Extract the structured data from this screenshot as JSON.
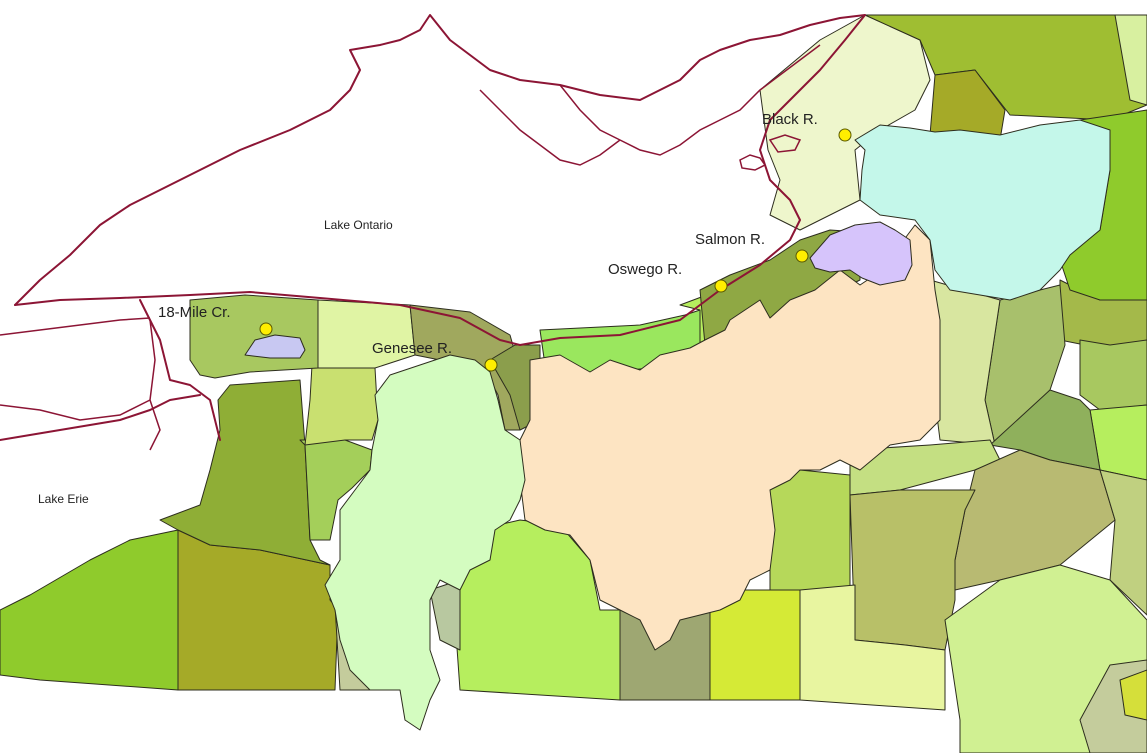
{
  "map": {
    "lakes": [
      {
        "id": "lake-ontario",
        "label": "Lake Ontario"
      },
      {
        "id": "lake-erie",
        "label": "Lake Erie"
      }
    ],
    "rivers": [
      {
        "id": "black-r",
        "label": "Black R."
      },
      {
        "id": "salmon-r",
        "label": "Salmon R."
      },
      {
        "id": "oswego-r",
        "label": "Oswego R."
      },
      {
        "id": "genesee-r",
        "label": "Genesee R."
      },
      {
        "id": "18-mile-cr",
        "label": "18-Mile Cr."
      }
    ],
    "colors": {
      "shoreline": "#8c1535",
      "river_mouth_marker": "#ffee00",
      "oswego_basin": "#fde4c2",
      "genesee_basin": "#d4fcc0",
      "black_basin": "#c4f7ea",
      "salmon_basin": "#d6c4fb",
      "eighteen_mile_basin": "#c8c8f2",
      "county_fills": [
        "#9fbe32",
        "#a5aa28",
        "#8fcb2c",
        "#a4b94a",
        "#c4df82",
        "#b6ee5e",
        "#d8f0a0",
        "#a8b878",
        "#bdc28e",
        "#e2f39a",
        "#d5df3a",
        "#9ae75e",
        "#b8cc6c",
        "#e8eda0",
        "#c0d080"
      ]
    }
  }
}
